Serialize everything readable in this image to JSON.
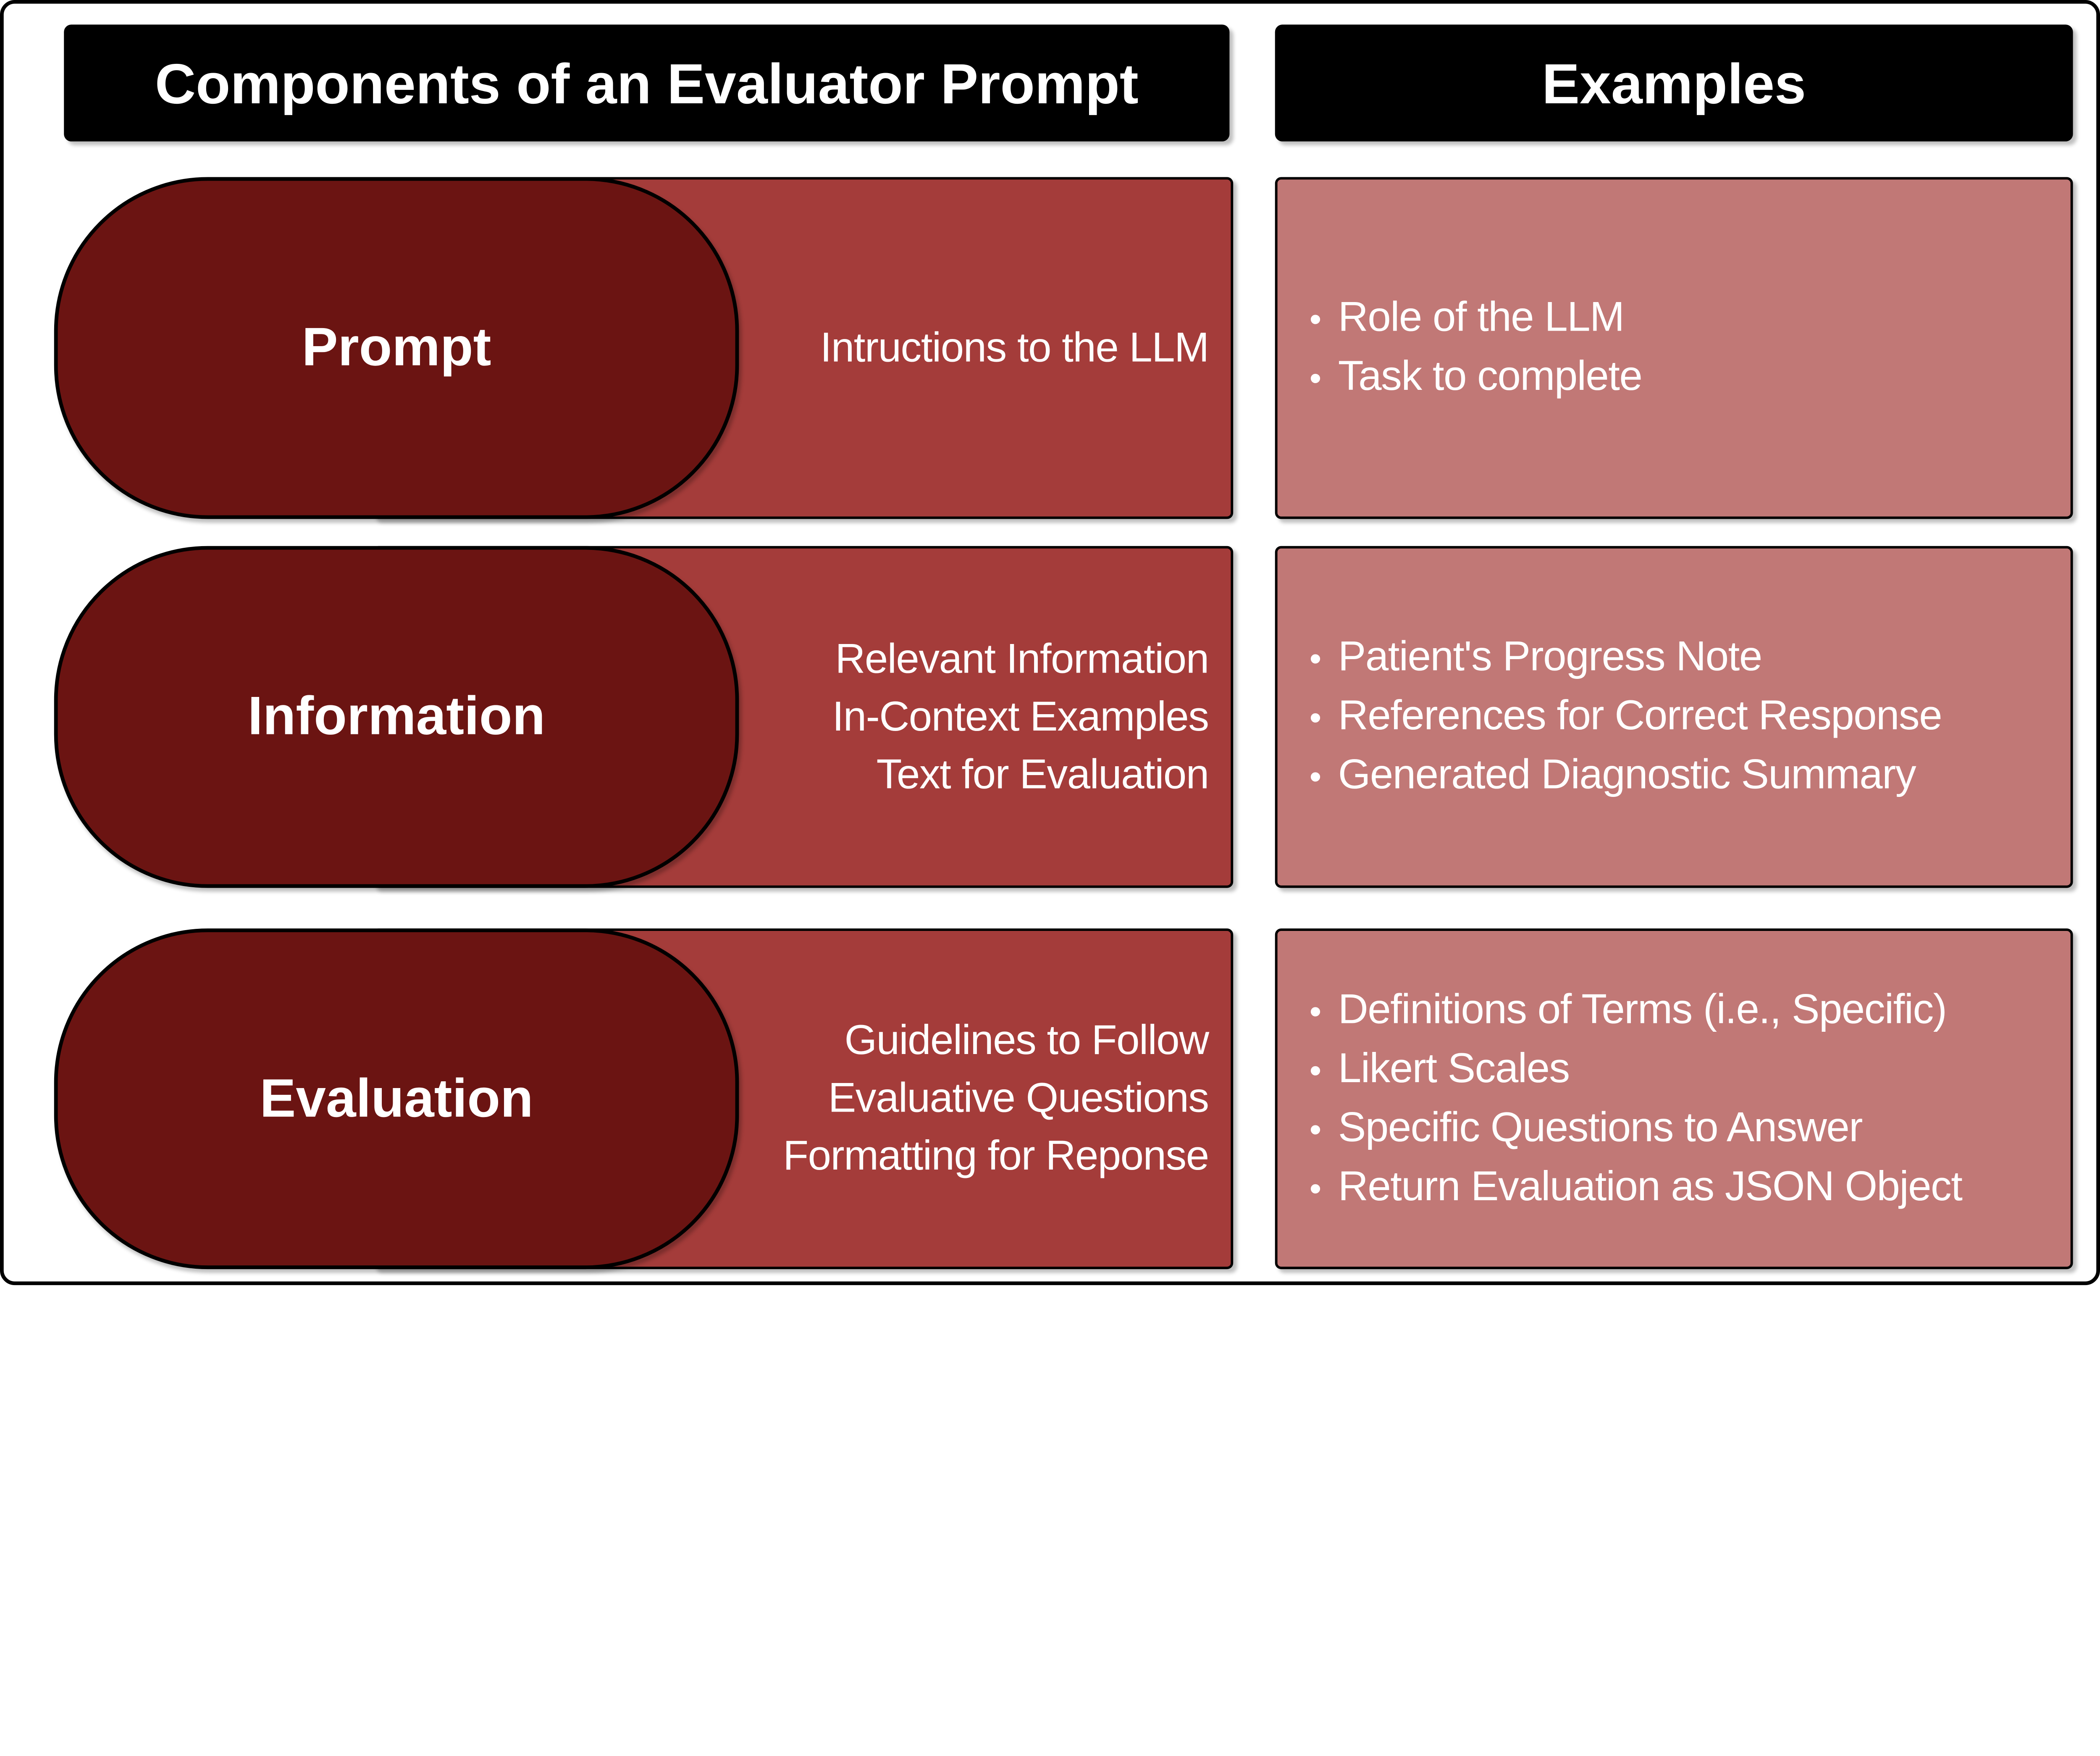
{
  "colors": {
    "page_bg": "#ffffff",
    "outline": "#000000",
    "header_bg": "#000000",
    "header_text": "#ffffff",
    "component_card_bg": "#A43C3A",
    "pill_bg": "#6B1412",
    "examples_card_bg": "#C17876",
    "text": "#ffffff"
  },
  "bullet_char": "•",
  "headers": [
    {
      "label": "Components of an Evaluator Prompt"
    },
    {
      "label": "Examples"
    }
  ],
  "rows": [
    {
      "pill_label": "Prompt",
      "left_lines": [
        "Intructions to the LLM"
      ],
      "examples": [
        "Role of the LLM",
        "Task to complete"
      ]
    },
    {
      "pill_label": "Information",
      "left_lines": [
        "Relevant Information",
        "In-Context Examples",
        "Text for Evaluation"
      ],
      "examples": [
        "Patient's Progress Note",
        "References for Correct Response",
        "Generated Diagnostic Summary"
      ]
    },
    {
      "pill_label": "Evaluation",
      "left_lines": [
        "Guidelines to Follow",
        "Evaluative Questions",
        "Formatting for Reponse"
      ],
      "examples": [
        "Definitions of Terms (i.e., Specific)",
        "Likert Scales",
        "Specific Questions to Answer",
        "Return Evaluation as JSON Object"
      ]
    }
  ]
}
